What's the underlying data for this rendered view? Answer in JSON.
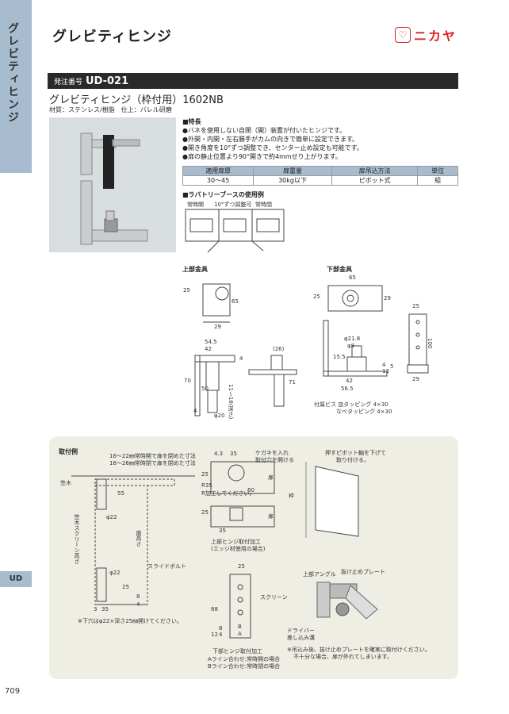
{
  "side_tab": {
    "label": "グレビティヒンジ",
    "section": "UD",
    "page": "709"
  },
  "header": {
    "title": "グレビティヒンジ",
    "brand": "ニカヤ"
  },
  "product": {
    "order_label": "発注番号",
    "order_code": "UD-021",
    "name": "グレビティヒンジ（枠付用）1602NB",
    "material": "材質：ステンレス/樹脂　仕上：バレル研磨"
  },
  "features": {
    "heading": "■特長",
    "items": [
      "●バネを使用しない自閉（開）装置が付いたヒンジです。",
      "●外開・内開・左右勝手がカムの向きで簡単に設定できます。",
      "●開き角度を10°ずつ調整でき、センター止め設定も可能です。",
      "●扉の静止位置より90°開きで約4mmせり上がります。"
    ]
  },
  "spec_table": {
    "headers": [
      "適用扉厚",
      "扉重量",
      "扉吊込方法",
      "単位"
    ],
    "row": [
      "30〜45",
      "30kg以下",
      "ピボット式",
      "組"
    ]
  },
  "usage": {
    "heading": "■ラバトリーブースの使用例",
    "labels": [
      "常時開",
      "10°ずつ調整可",
      "常時閉"
    ]
  },
  "upper": {
    "heading": "上部金具",
    "dims": [
      "25",
      "65",
      "29",
      "54.5",
      "42",
      "4",
      "70",
      "50",
      "11〜16(深さ)",
      "φ20",
      "4"
    ]
  },
  "lower": {
    "heading": "下部金具",
    "dims": [
      "65",
      "25",
      "29",
      "(26)",
      "71",
      "φ21.8",
      "φ8",
      "15.5",
      "42",
      "56.5",
      "4",
      "13",
      "5",
      "25",
      "100",
      "29"
    ]
  },
  "screws": {
    "line1": "付属ビス 皿タッピング 4×30",
    "line2": "なべタッピング 4×30"
  },
  "install": {
    "heading": "取付例",
    "note1": "16〜22㎜常時開で扉を閉めた寸法",
    "note2": "16〜26㎜常時閉で扉を閉めた寸法",
    "kasagi": "笠木",
    "screen_height": "笠木スクリーン高さ",
    "door_height": "扉高さ",
    "slide_bolt": "スライドボルト",
    "dims": [
      "55",
      "φ22",
      "φ22",
      "25",
      "8",
      "3",
      "35",
      "4"
    ],
    "footnote": "※下穴はφ22×深さ25㎜開けてください。"
  },
  "upper_process": {
    "dims": [
      "4.3",
      "35",
      "25",
      "R35",
      "60",
      "35",
      "25"
    ],
    "marking": "ケガキを入れ",
    "marking2": "取付穴を開ける",
    "r_note": "R加工してください。",
    "door": "扉",
    "frame": "枠",
    "caption1": "上部ヒンジ取付加工",
    "caption2": "(エッジ材使用の場合)"
  },
  "push": {
    "label": "押す",
    "note1": "ピボット軸を下げて",
    "note2": "取り付ける。",
    "frame": "枠"
  },
  "lower_process": {
    "dims": [
      "25",
      "88",
      "8",
      "4",
      "12"
    ],
    "screen": "スクリーン",
    "a": "A",
    "b": "B",
    "caption": "下部ヒンジ取付加工",
    "a_line": "Aライン合わせ:常時開の場合",
    "b_line": "Bライン合わせ:常時閉の場合"
  },
  "assembly": {
    "upper_angle": "上部アングル",
    "plate": "抜け止めプレート",
    "driver": "ドライバー",
    "driver2": "差し込み溝",
    "note1": "※吊込み後、抜け止めプレートを確実に取付けください。",
    "note2": "不十分な場合、扉が外れてしまいます。"
  }
}
